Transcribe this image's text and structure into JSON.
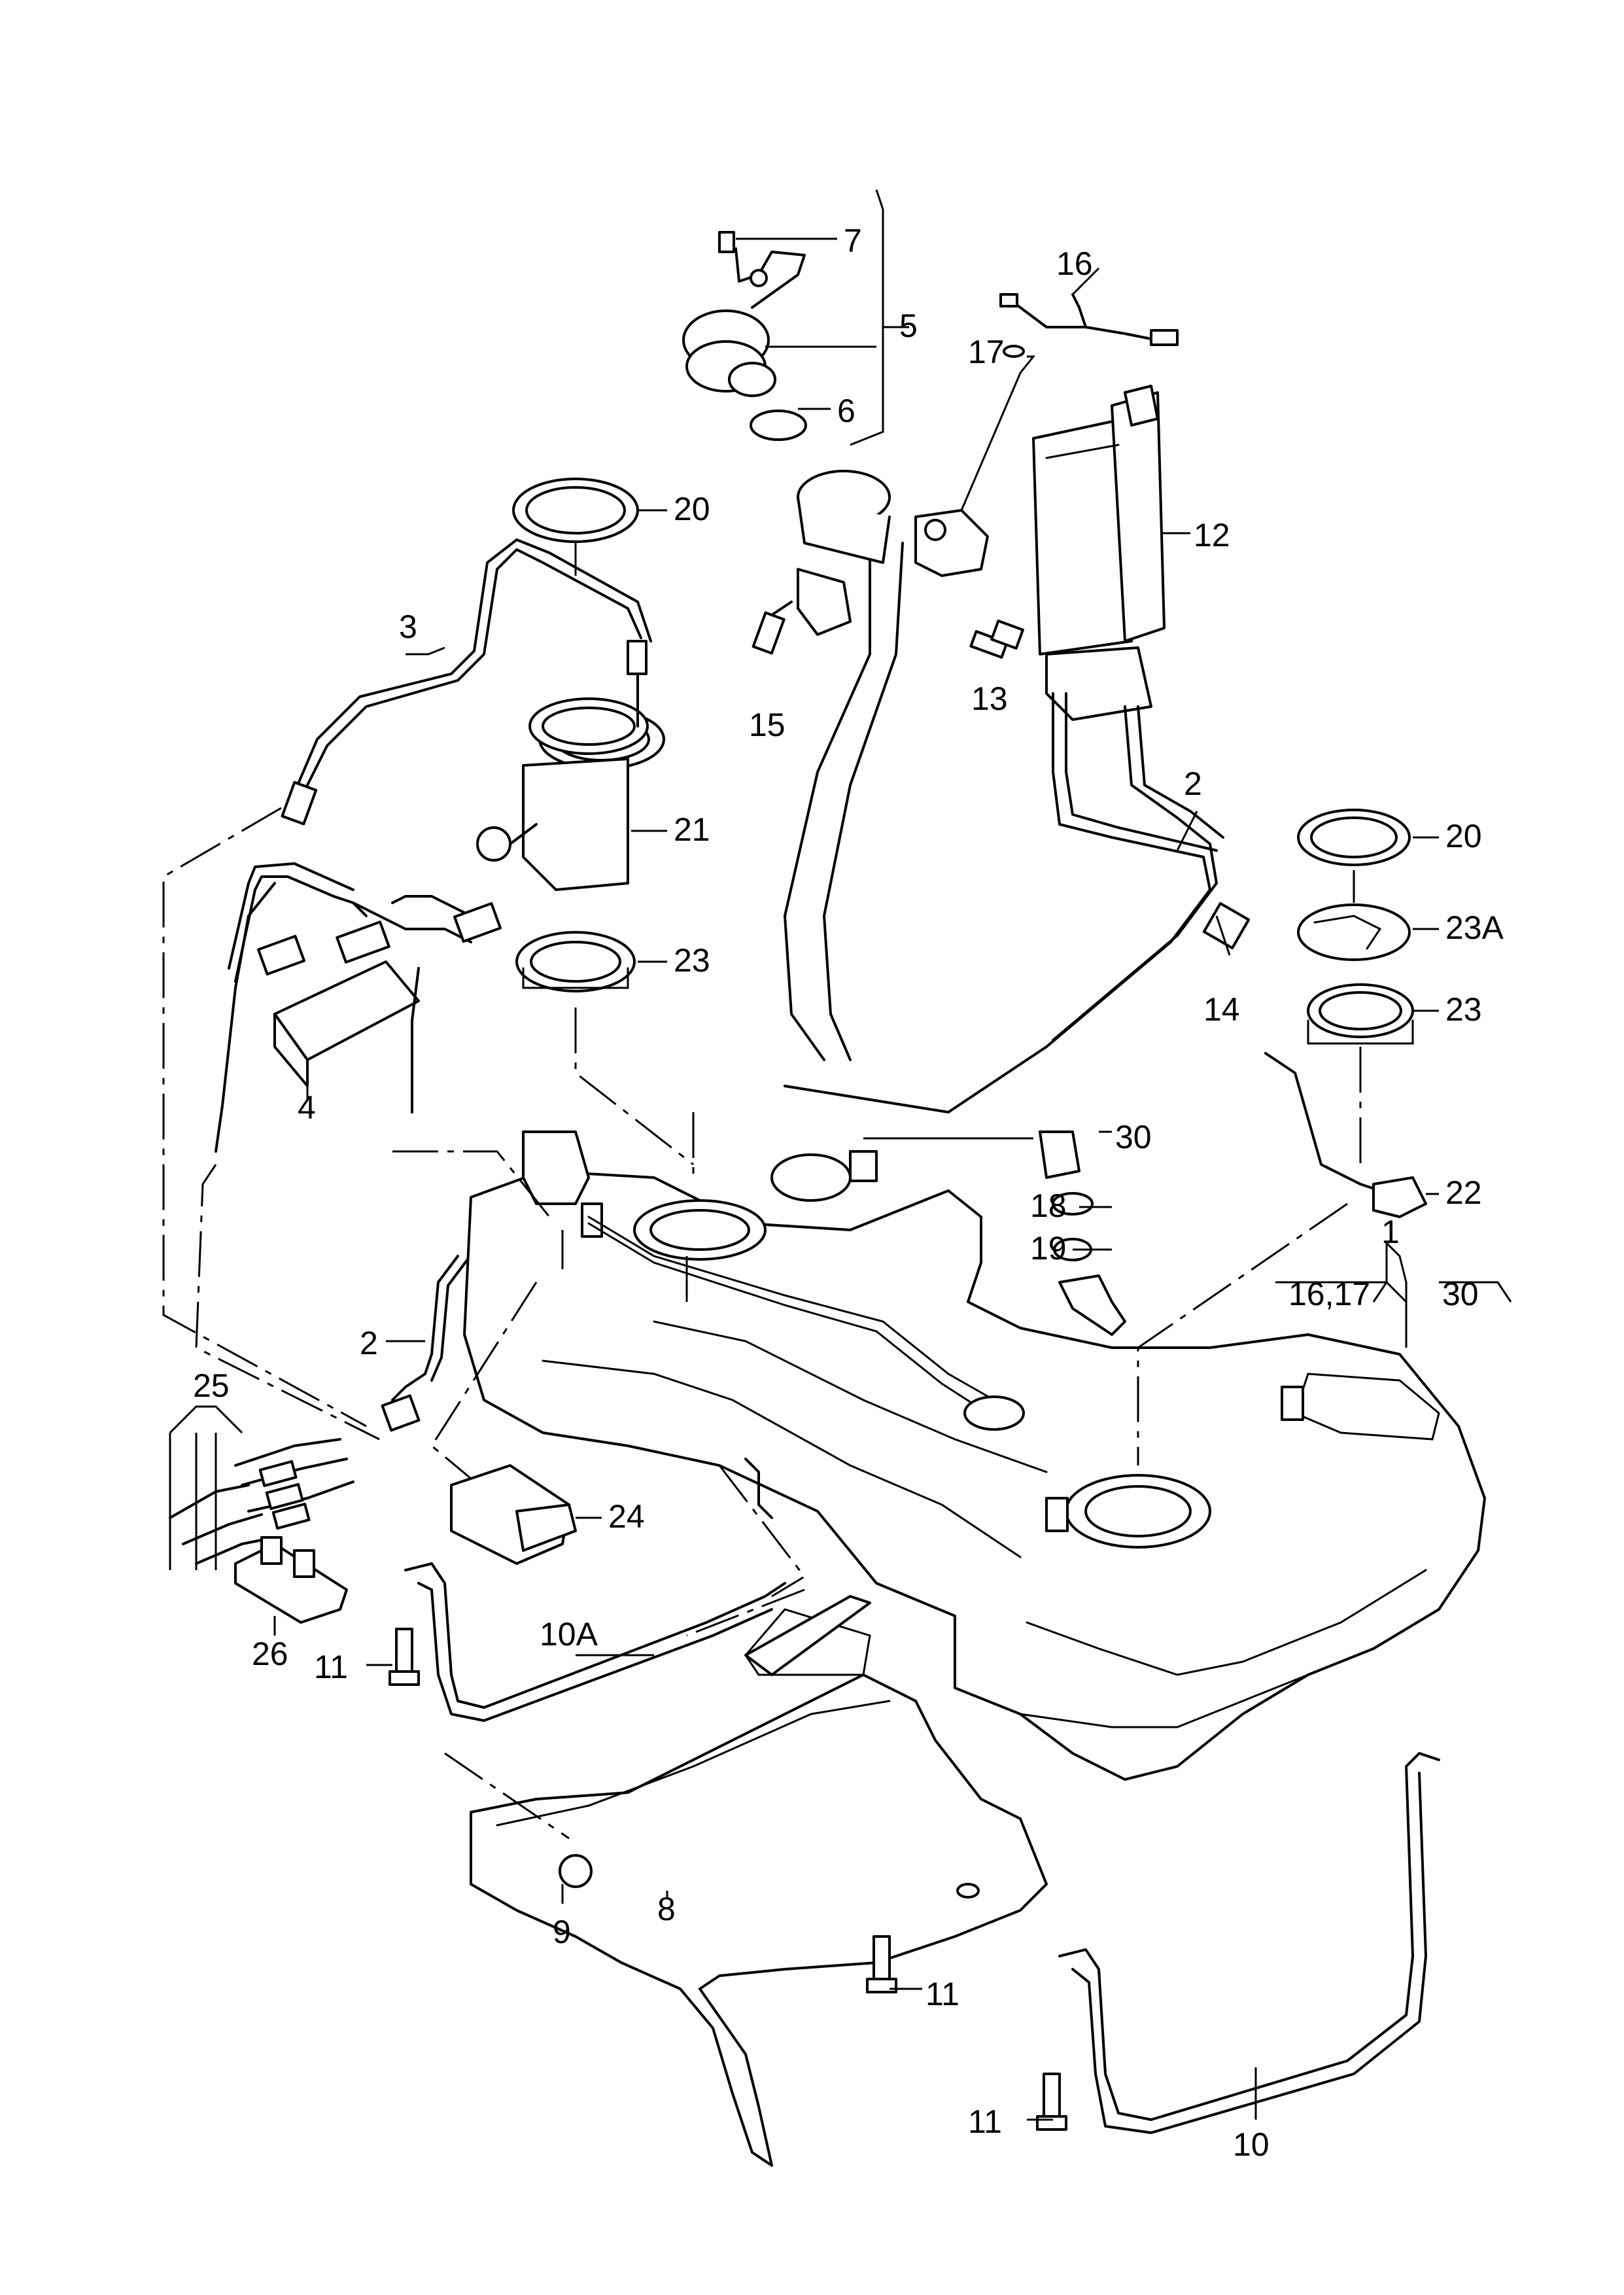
{
  "labels": {
    "l1": "1",
    "l2a": "2",
    "l2b": "2",
    "l3": "3",
    "l4": "4",
    "l5": "5",
    "l6": "6",
    "l7": "7",
    "l8": "8",
    "l9": "9",
    "l10": "10",
    "l10a": "10A",
    "l11a": "11",
    "l11b": "11",
    "l11c": "11",
    "l12": "12",
    "l13": "13",
    "l14": "14",
    "l15": "15",
    "l16": "16",
    "l16_17": "16,17",
    "l17": "17",
    "l18": "18",
    "l19": "19",
    "l20a": "20",
    "l20b": "20",
    "l21": "21",
    "l22": "22",
    "l23a": "23",
    "l23b": "23",
    "l23A": "23A",
    "l24": "24",
    "l25": "25",
    "l26": "26",
    "l30a": "30",
    "l30b": "30"
  }
}
